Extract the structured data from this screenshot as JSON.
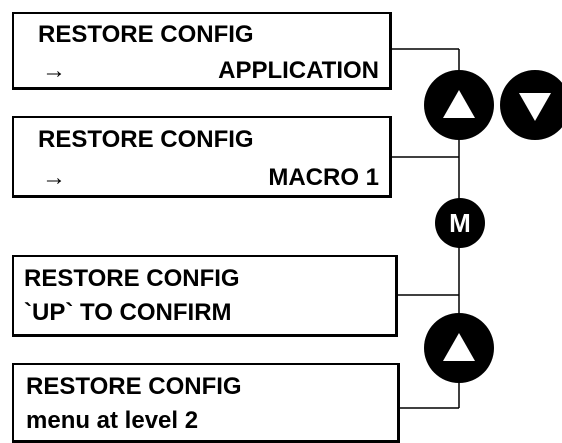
{
  "screens": [
    {
      "line1": "RESTORE CONFIG",
      "line2_arrow": "→",
      "line2_value": "APPLICATION"
    },
    {
      "line1": "RESTORE CONFIG",
      "line2_arrow": "→",
      "line2_value": "MACRO 1"
    },
    {
      "line1": "RESTORE CONFIG",
      "line2": "`UP` TO CONFIRM"
    },
    {
      "line1": "RESTORE CONFIG",
      "line2": "menu at level 2"
    }
  ],
  "buttons": {
    "up_icon": "up-triangle-icon",
    "down_icon": "down-triangle-icon",
    "m_label": "M"
  }
}
